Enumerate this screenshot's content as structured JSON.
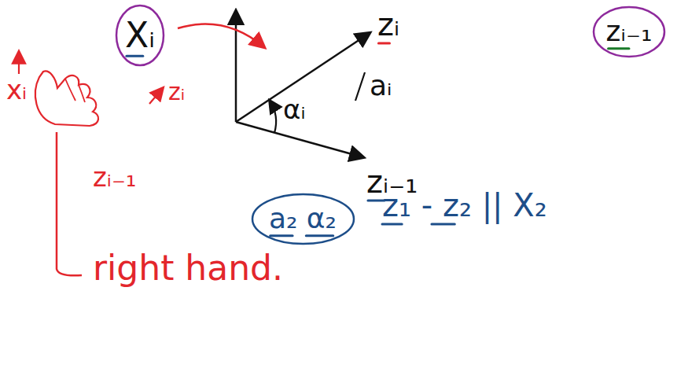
{
  "diagram": {
    "nodes": [
      {
        "text": [
          "Xᵢ"
        ]
      },
      {
        "text": [
          "zᵢ₋₁"
        ]
      },
      {
        "text": [
          "a₂ α₂"
        ]
      }
    ],
    "labels": [
      "zᵢ",
      "αᵢ",
      "aᵢ",
      "zᵢ₋₁",
      "xᵢ",
      "zᵢ",
      "zᵢ₋₁",
      "right hand.",
      "z₁ - z₂ || X₂"
    ]
  }
}
